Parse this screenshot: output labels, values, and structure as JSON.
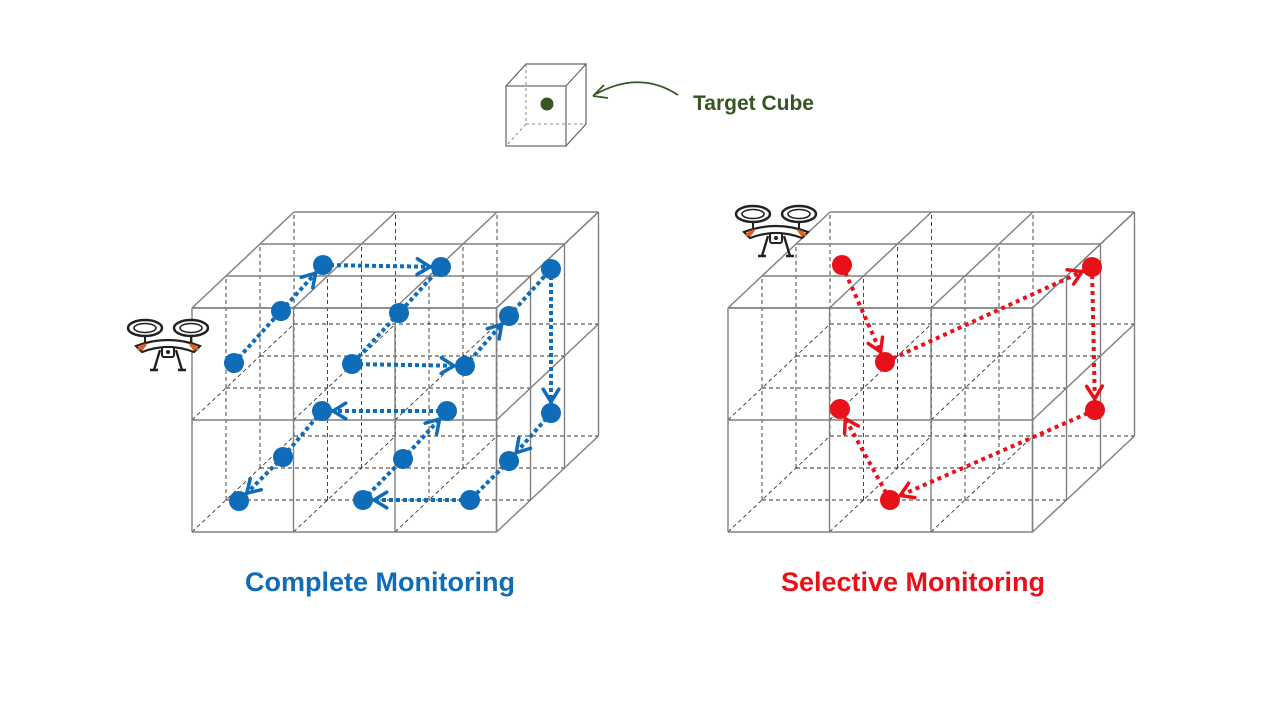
{
  "labels": {
    "target": "Target Cube",
    "complete": "Complete Monitoring",
    "selective": "Selective Monitoring"
  },
  "colors": {
    "target": "#375623",
    "complete": "#0e6cb8",
    "selective": "#e8111a",
    "grid": "#808080"
  },
  "icons": {
    "drone": "drone-icon",
    "target": "target-cube-icon"
  },
  "grid": {
    "nx": 3,
    "ny": 2,
    "nz": 3
  }
}
